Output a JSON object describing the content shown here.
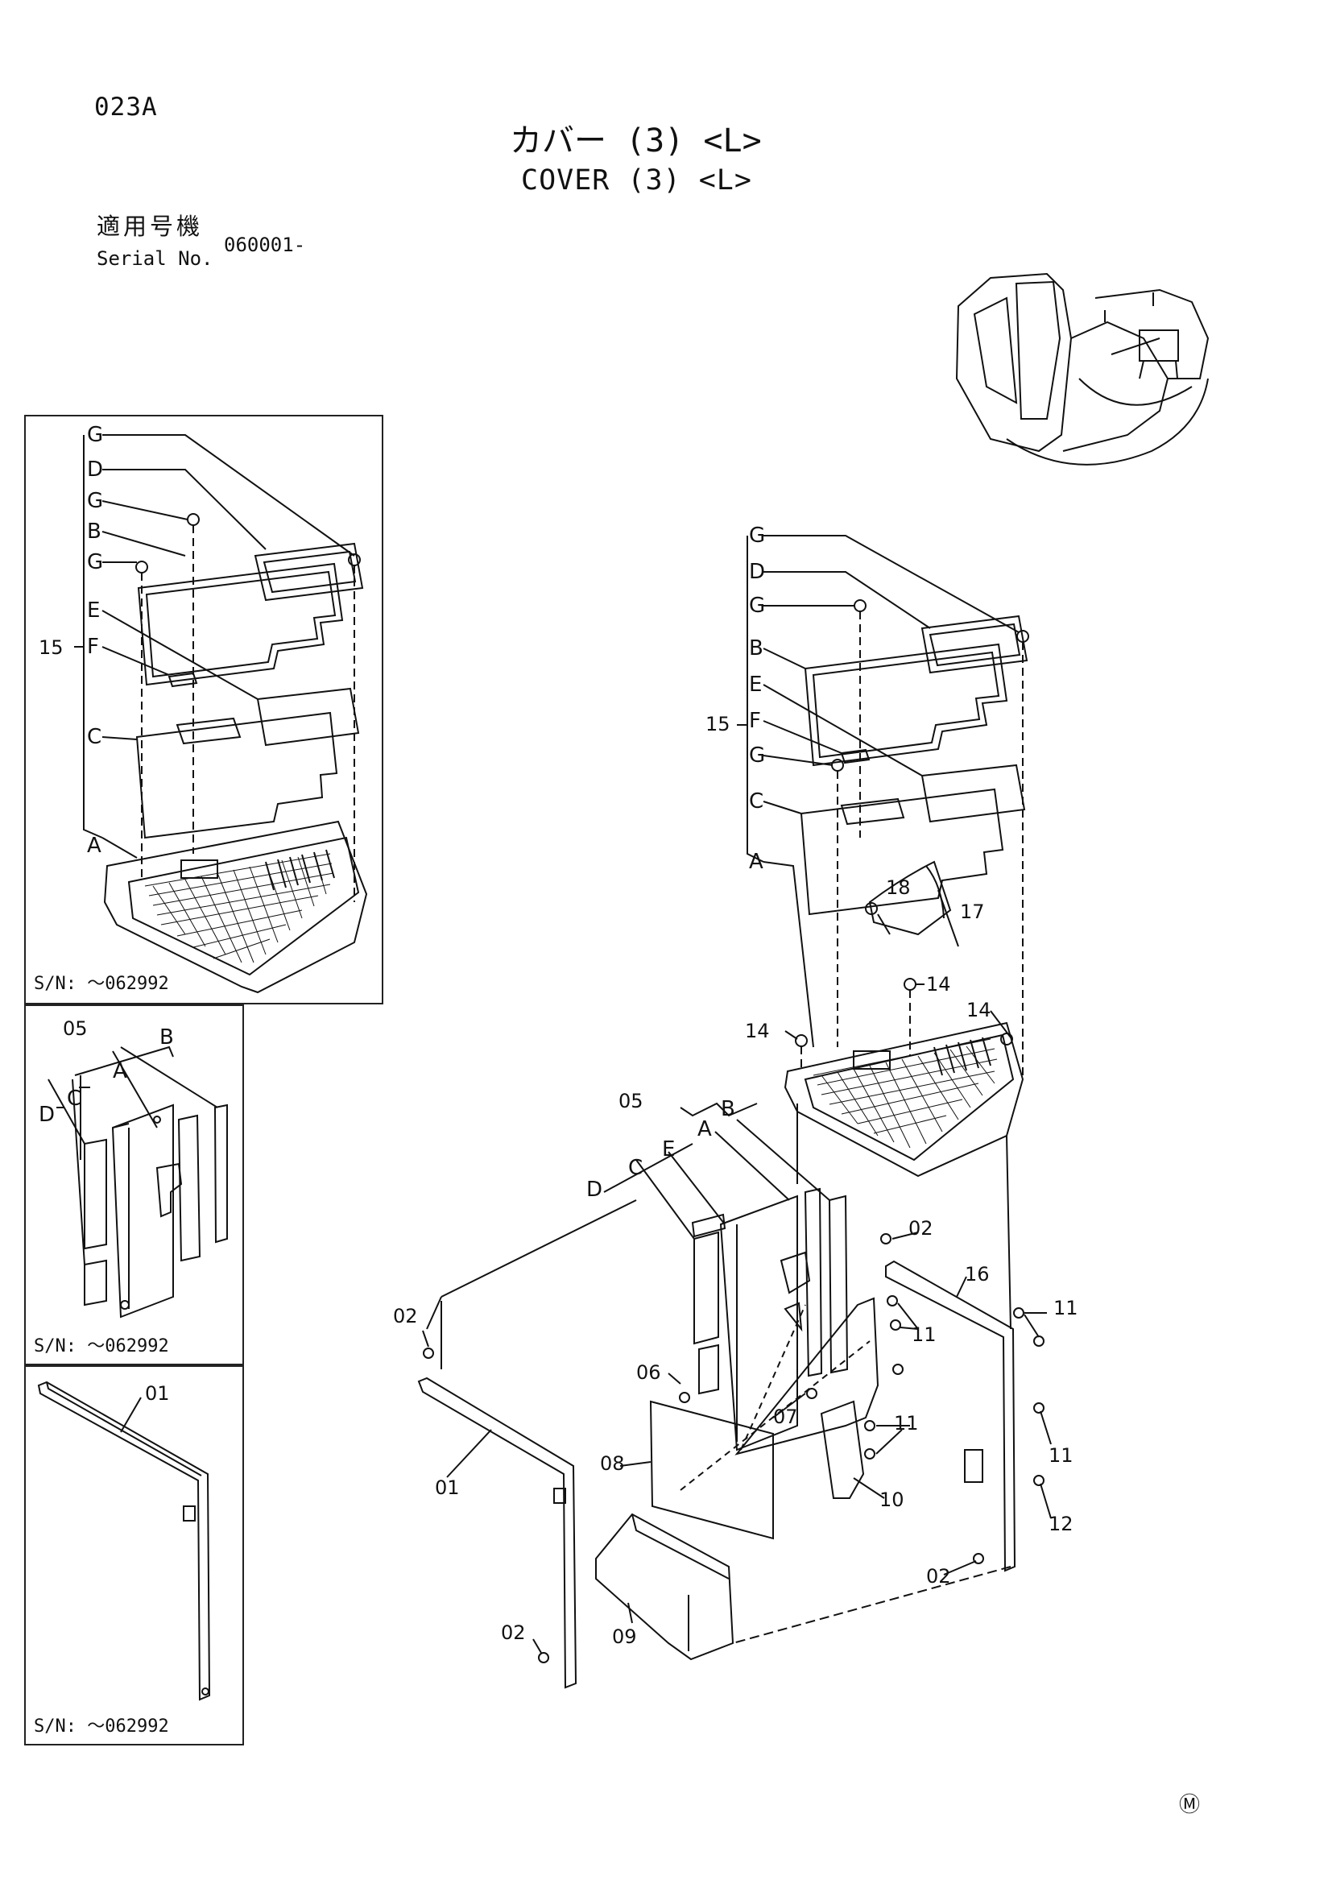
{
  "page_code": "023A",
  "title_jp": "カバー (3) <L>",
  "title_en": "COVER (3) <L>",
  "serial": {
    "label_jp": "適用号機",
    "label_en": "Serial No.",
    "value": "060001-"
  },
  "panels": [
    {
      "serial_note": "S/N: ～062992"
    },
    {
      "serial_note": "S/N: ～062992"
    },
    {
      "serial_note": "S/N: ～062992"
    }
  ],
  "labels": {
    "G": "G",
    "D": "D",
    "B": "B",
    "E": "E",
    "F": "F",
    "C": "C",
    "A": "A",
    "p01": "01",
    "p02": "02",
    "p05": "05",
    "p06": "06",
    "p07": "07",
    "p08": "08",
    "p09": "09",
    "p10": "10",
    "p11": "11",
    "p12": "12",
    "p14": "14",
    "p15": "15",
    "p16": "16",
    "p17": "17",
    "p18": "18"
  },
  "maker_mark": "Ⓜ"
}
